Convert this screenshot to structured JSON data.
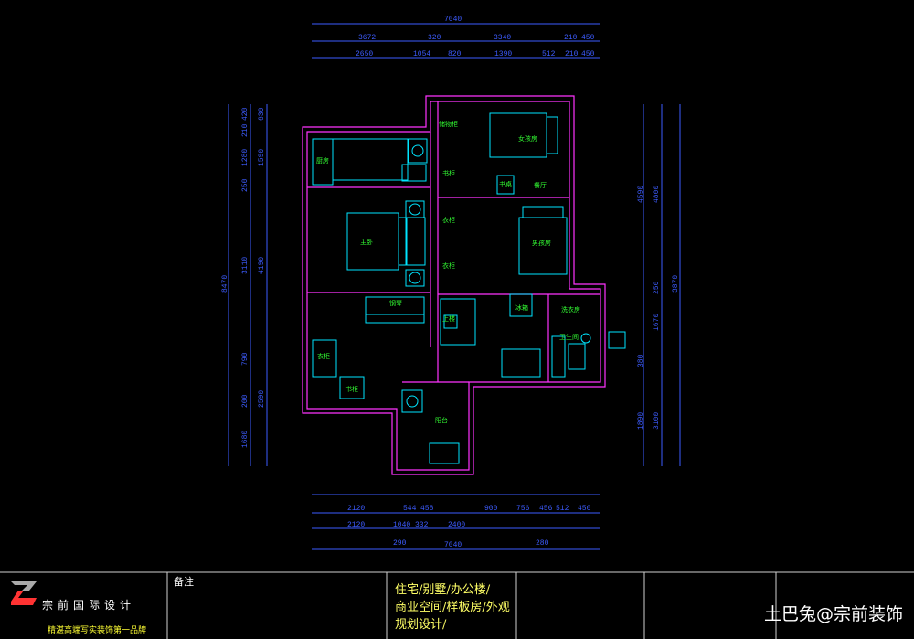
{
  "colors": {
    "wall": "#ff33ff",
    "furniture": "#00e5ff",
    "dimension": "#3d5cff",
    "label": "#33ff33",
    "brand": "#ff3333",
    "title_block": "#cfcfcf"
  },
  "rooms": [
    {
      "key": "master",
      "label": "主卧"
    },
    {
      "key": "daughter",
      "label": "女孩房"
    },
    {
      "key": "boy",
      "label": "男孩房"
    },
    {
      "key": "kitchen",
      "label": "厨房"
    },
    {
      "key": "bath",
      "label": "卫生间"
    },
    {
      "key": "laundry",
      "label": "洗衣房"
    },
    {
      "key": "storage",
      "label": "储物柜"
    },
    {
      "key": "dining",
      "label": "餐厅"
    },
    {
      "key": "balcony",
      "label": "阳台"
    },
    {
      "key": "fridge",
      "label": "冰箱"
    },
    {
      "key": "entry",
      "label": "上楼"
    },
    {
      "key": "piano",
      "label": "钢琴"
    },
    {
      "key": "bookcase",
      "label": "书柜"
    },
    {
      "key": "cabinet1",
      "label": "衣柜"
    },
    {
      "key": "cabinet2",
      "label": "衣柜"
    },
    {
      "key": "cabinet3",
      "label": "衣柜"
    },
    {
      "key": "dressing",
      "label": "书柜"
    },
    {
      "key": "desk",
      "label": "书桌"
    }
  ],
  "dimensions": {
    "top_total": "7040",
    "top_row1": [
      "3672",
      "320",
      "3340",
      "210",
      "450"
    ],
    "top_row2": [
      "2650",
      "1054",
      "820",
      "1390",
      "512",
      "210",
      "450"
    ],
    "bottom_row1": [
      "2120",
      "544",
      "458",
      "900",
      "756",
      "456",
      "512",
      "450"
    ],
    "bottom_row2": [
      "2120",
      "1040",
      "332",
      "2400"
    ],
    "bottom_row3": [
      "290",
      "280"
    ],
    "bottom_total": "7040",
    "left_row1": [
      "420",
      "210",
      "1280",
      "250",
      "3110",
      "790",
      "200",
      "1680"
    ],
    "left_row2": [
      "630",
      "1590",
      "4190",
      "2590"
    ],
    "left_total": "8470",
    "right_row1": [
      "4590",
      "250",
      "1670",
      "380",
      "1890"
    ],
    "right_row2": [
      "4800",
      "3100"
    ],
    "right_total": "3870"
  },
  "title_block": {
    "brand_name": "宗前国际设计",
    "brand_sub": "精湛高端写实装饰第一品牌",
    "notes_title": "备注",
    "services": [
      "住宅/别墅/办公楼/",
      "商业空间/样板房/外观",
      "规划设计/"
    ],
    "watermark": "土巴兔@宗前装饰"
  }
}
